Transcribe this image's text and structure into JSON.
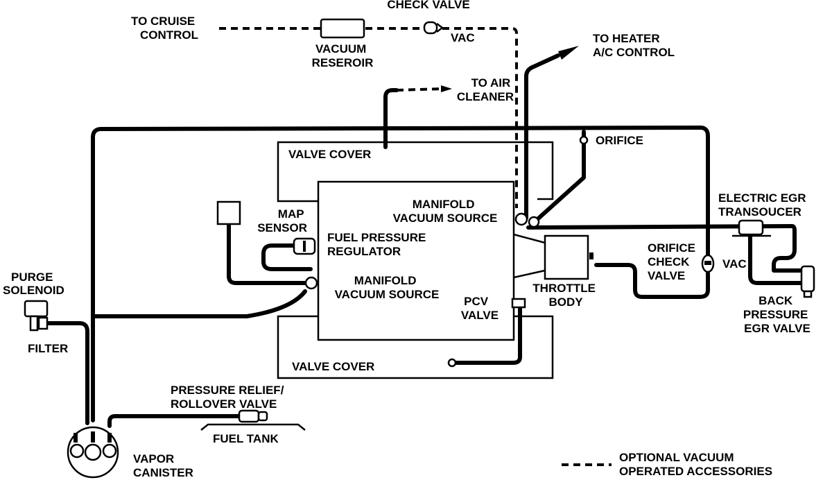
{
  "labels": {
    "to_cruise_control": [
      "TO CRUISE",
      "CONTROL"
    ],
    "vacuum_reservoir": [
      "VACUUM",
      "RESEROIR"
    ],
    "check_valve": "CHECK VALVE",
    "vac_top": "VAC",
    "to_heater": [
      "TO HEATER",
      "A/C CONTROL"
    ],
    "to_air_cleaner": [
      "TO AIR",
      "CLEANER"
    ],
    "orifice": "ORIFICE",
    "valve_cover_top": "VALVE COVER",
    "manifold_vacuum_source_upper": [
      "MANIFOLD",
      "VACUUM SOURCE"
    ],
    "map_sensor": [
      "MAP",
      "SENSOR"
    ],
    "fuel_pressure_regulator": [
      "FUEL PRESSURE",
      "REGULATOR"
    ],
    "manifold_vacuum_source_lower": [
      "MANIFOLD",
      "VACUUM SOURCE"
    ],
    "electric_egr_transducer": [
      "ELECTRIC EGR",
      "TRANSOUCER"
    ],
    "orifice_check_valve": [
      "ORIFICE",
      "CHECK",
      "VALVE"
    ],
    "vac_right": "VAC",
    "throttle_body": [
      "THROTTLE",
      "BODY"
    ],
    "back_pressure_egr_valve": [
      "BACK",
      "PRESSURE",
      "EGR VALVE"
    ],
    "purge_solenoid": [
      "PURGE",
      "SOLENOID"
    ],
    "filter": "FILTER",
    "pcv_valve": [
      "PCV",
      "VALVE"
    ],
    "valve_cover_bottom": "VALVE COVER",
    "pressure_relief_valve": [
      "PRESSURE RELIEF/",
      "ROLLOVER VALVE"
    ],
    "fuel_tank": "FUEL TANK",
    "vapor_canister": [
      "VAPOR",
      "CANISTER"
    ],
    "legend": [
      "OPTIONAL VACUUM",
      "OPERATED ACCESSORIES"
    ]
  }
}
